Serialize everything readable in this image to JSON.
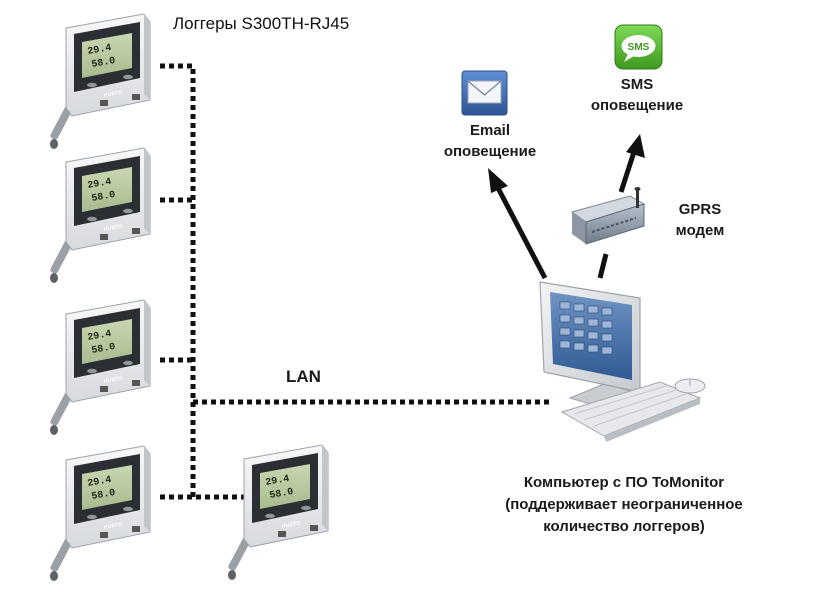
{
  "title": "Логгеры S300TH-RJ45",
  "logger": {
    "display_top": "29.4",
    "display_bottom": "58.0",
    "model": "S300",
    "brand": "HUATO"
  },
  "email": {
    "line1": "Email",
    "line2": "оповещение"
  },
  "sms": {
    "line1": "SMS",
    "line2": "оповещение",
    "badge": "SMS"
  },
  "gprs": {
    "line1": "GPRS",
    "line2": "модем"
  },
  "lan": {
    "label": "LAN"
  },
  "pc": {
    "line1": "Компьютер с ПО ToMonitor",
    "line2": "(поддерживает неограниченное",
    "line3": "количество логгеров)"
  },
  "icons": {
    "email": "envelope-icon",
    "sms": "sms-bubble-icon",
    "modem": "gprs-modem-icon",
    "computer": "desktop-computer-icon",
    "logger": "data-logger-device-icon"
  },
  "colors": {
    "sms_green": "#4caf2a",
    "envelope_blue": "#3f6fb5",
    "logger_body": "#eef0f2",
    "screen_green": "#b8c9a0",
    "connector": "#111111"
  }
}
